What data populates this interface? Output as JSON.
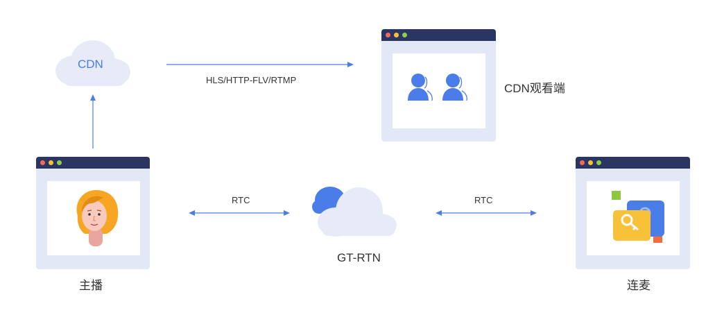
{
  "cdn": {
    "cloud_label": "CDN"
  },
  "protocol_label": "HLS/HTTP-FLV/RTMP",
  "viewer": {
    "label": "CDN观看端"
  },
  "host": {
    "label": "主播"
  },
  "rtn": {
    "label": "GT-RTN"
  },
  "cohost": {
    "label": "连麦"
  },
  "rtc_left_label": "RTC",
  "rtc_right_label": "RTC",
  "colors": {
    "window_title_bar": "#2b3562",
    "window_frame": "#e3e8f7",
    "cloud": "#e6ebf7",
    "cloud_accent": "#4b7de8",
    "arrow": "#4b7de8",
    "dot_red": "#f46a5a",
    "dot_yellow": "#f7c13a",
    "dot_green": "#8dd04a"
  }
}
